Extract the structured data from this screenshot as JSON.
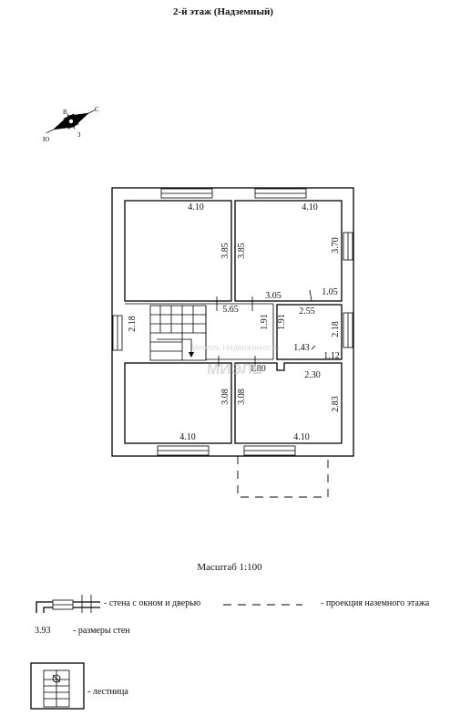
{
  "title": "2-й этаж (Надземный)",
  "compass": {
    "labels": [
      "С",
      "Ю",
      "В",
      "З"
    ]
  },
  "dimensions": {
    "room_tl_top": "4.10",
    "room_tl_right": "3.85",
    "room_tr_top": "4.10",
    "room_tr_left": "3.85",
    "room_tr_right": "3.70",
    "room_tr_small": "1.05",
    "corridor_top": "3.05",
    "stair_landing": "5.65",
    "bath_left": "1.91",
    "bath_left2": "1.91",
    "bath_top": "2.55",
    "bath_right": "2.18",
    "bath_inner": "1.43",
    "bath_bottom": "1.12",
    "stair_height": "2.18",
    "hall_bottom": "1.80",
    "room_br_top": "2.30",
    "room_bl_right": "3.08",
    "room_br_left": "3.08",
    "room_br_right": "2.83",
    "room_bl_bottom": "4.10",
    "room_br_bottom": "4.10"
  },
  "scale": "Масштаб 1:100",
  "legend": {
    "wall_window_door": "- стена с окном и дверью",
    "ground_projection": "- проекция наземного  этажа",
    "dim_sample": "3.93",
    "wall_sizes": "- размеры стен",
    "stairs": "- лестница"
  },
  "watermark": {
    "line1": "Миэлль Недвижимость",
    "line2": "МИЭЛЬ"
  }
}
